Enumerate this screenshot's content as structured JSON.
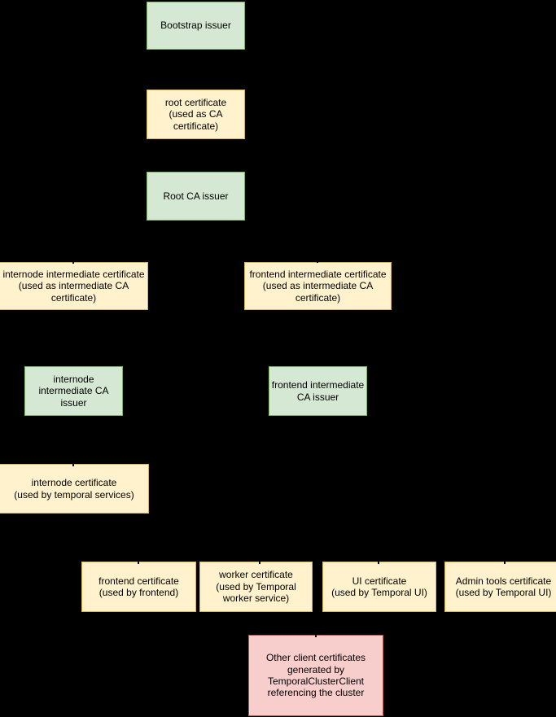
{
  "diagram": {
    "background": "#000000",
    "text_color": "#000000",
    "colors": {
      "issuer_fill": "#d5e8d4",
      "issuer_border": "#82b366",
      "certificate_fill": "#fff2cc",
      "certificate_border": "#d6b656",
      "client_fill": "#f8cecc",
      "client_border": "#b85450"
    },
    "nodes": [
      {
        "id": "bootstrap-issuer",
        "kind": "issuer",
        "label": "Bootstrap issuer"
      },
      {
        "id": "root-certificate",
        "kind": "certificate",
        "label": "root certificate\n(used as CA\ncertificate)"
      },
      {
        "id": "root-ca-issuer",
        "kind": "issuer",
        "label": "Root CA issuer"
      },
      {
        "id": "internode-intermediate-certificate",
        "kind": "certificate",
        "label": "internode intermediate certificate\n(used as intermediate CA\ncertificate)"
      },
      {
        "id": "frontend-intermediate-certificate",
        "kind": "certificate",
        "label": "frontend intermediate certificate\n(used as intermediate CA\ncertificate)"
      },
      {
        "id": "internode-intermediate-ca-issuer",
        "kind": "issuer",
        "label": "internode\nintermediate CA\nissuer"
      },
      {
        "id": "frontend-intermediate-ca-issuer",
        "kind": "issuer",
        "label": "frontend intermediate\nCA issuer"
      },
      {
        "id": "internode-certificate",
        "kind": "certificate",
        "label": "internode certificate\n(used by temporal services)"
      },
      {
        "id": "frontend-certificate",
        "kind": "certificate",
        "label": "frontend certificate\n(used by frontend)"
      },
      {
        "id": "worker-certificate",
        "kind": "certificate",
        "label": "worker certificate\n(used by Temporal\nworker service)"
      },
      {
        "id": "ui-certificate",
        "kind": "certificate",
        "label": "UI certificate\n(used by Temporal UI)"
      },
      {
        "id": "admin-tools-certificate",
        "kind": "certificate",
        "label": "Admin tools certificate\n(used by Temporal UI)"
      },
      {
        "id": "other-client-certificates",
        "kind": "client",
        "label": "Other client certificates\ngenerated by\nTemporalClusterClient\nreferencing the cluster"
      }
    ]
  }
}
